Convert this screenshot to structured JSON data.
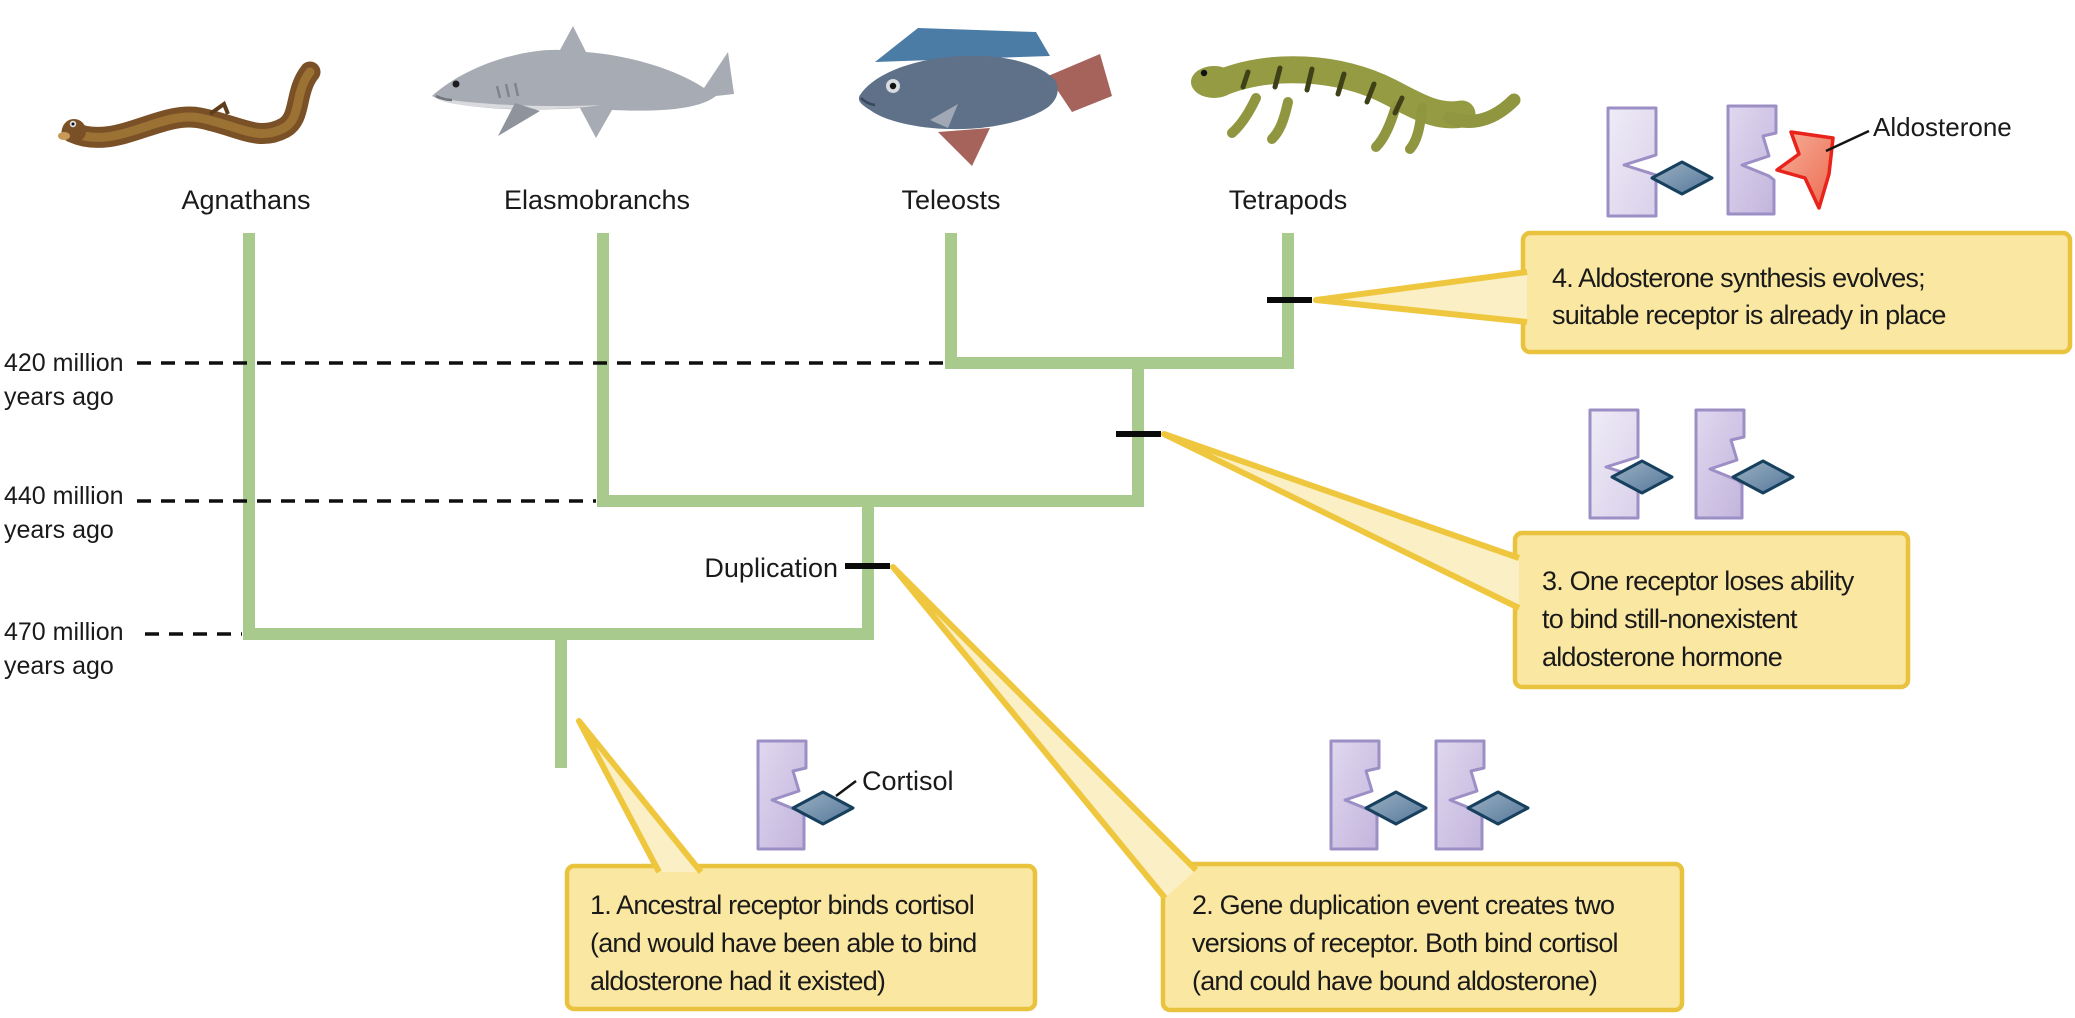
{
  "figure": {
    "type": "phylogenetic-tree-diagram",
    "topic": "Evolution of the aldosterone receptor by gene duplication"
  },
  "taxa": [
    {
      "label": "Agnathans",
      "animal": "lamprey-illustration"
    },
    {
      "label": "Elasmobranchs",
      "animal": "shark-illustration"
    },
    {
      "label": "Teleosts",
      "animal": "teleost-fish-illustration"
    },
    {
      "label": "Tetrapods",
      "animal": "salamander-illustration"
    }
  ],
  "timeline": [
    {
      "line1": "420 million",
      "line2": "years ago"
    },
    {
      "line1": "440 million",
      "line2": "years ago"
    },
    {
      "line1": "470 million",
      "line2": "years ago"
    }
  ],
  "tree": {
    "duplication_label": "Duplication",
    "branch_points_million_years_ago": [
      420,
      440,
      470
    ],
    "splits": [
      {
        "mya": 470,
        "separates": [
          "Agnathans",
          "Elasmobranchs+Teleosts+Tetrapods"
        ]
      },
      {
        "mya": 440,
        "separates": [
          "Elasmobranchs",
          "Teleosts+Tetrapods"
        ]
      },
      {
        "mya": 420,
        "separates": [
          "Teleosts",
          "Tetrapods"
        ]
      }
    ]
  },
  "hormones": {
    "aldosterone": "Aldosterone",
    "cortisol": "Cortisol"
  },
  "callouts": [
    {
      "lines": [
        "1. Ancestral receptor binds cortisol",
        "(and would have been able to bind",
        "aldosterone had it existed)"
      ]
    },
    {
      "lines": [
        "2. Gene duplication event creates two",
        "versions of receptor. Both bind cortisol",
        "(and could have bound aldosterone)"
      ]
    },
    {
      "lines": [
        "3. One receptor loses ability",
        "to bind still-nonexistent",
        "aldosterone hormone"
      ]
    },
    {
      "lines": [
        "4. Aldosterone synthesis evolves;",
        "suitable receptor is already in place"
      ]
    }
  ],
  "palette": {
    "branch_green": "#A9CA8D",
    "callout_fill": "#FAE7A1",
    "callout_border": "#E9C23E",
    "receptor_purple_light": "#E6E1F2",
    "receptor_purple_mid": "#D0C6E7",
    "receptor_border": "#9C8FC5",
    "cortisol_diamond": "#7593AC",
    "diamond_border": "#17405F",
    "aldosterone_fill": "#F2937F",
    "aldosterone_border": "#E8231C"
  }
}
